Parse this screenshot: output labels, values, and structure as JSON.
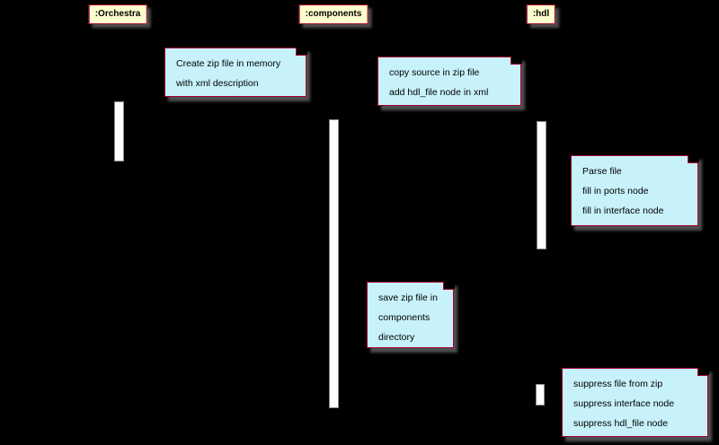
{
  "participants": [
    {
      "label": ":Orchestra"
    },
    {
      "label": ":components"
    },
    {
      "label": ":hdl"
    }
  ],
  "notes": {
    "create_zip": {
      "lines": [
        "Create zip file in memory",
        "with xml description"
      ]
    },
    "copy_source": {
      "lines": [
        "copy source in zip file",
        "add hdl_file node in xml"
      ]
    },
    "parse_file": {
      "lines": [
        "Parse file",
        "fill in ports node",
        "fill in interface node"
      ]
    },
    "save_zip": {
      "lines": [
        "save zip file in",
        "components",
        "directory"
      ]
    },
    "suppress": {
      "lines": [
        "suppress file from zip",
        "suppress interface node",
        "suppress hdl_file node"
      ]
    }
  },
  "colors": {
    "background": "#000000",
    "participant_fill": "#FEFECE",
    "participant_border": "#A80036",
    "note_fill": "#C7F2FA",
    "note_border": "#A80036",
    "activation_fill": "#FFFFFF",
    "activation_border": "#8C8C8C",
    "shadow": "#515151",
    "text": "#000000"
  }
}
